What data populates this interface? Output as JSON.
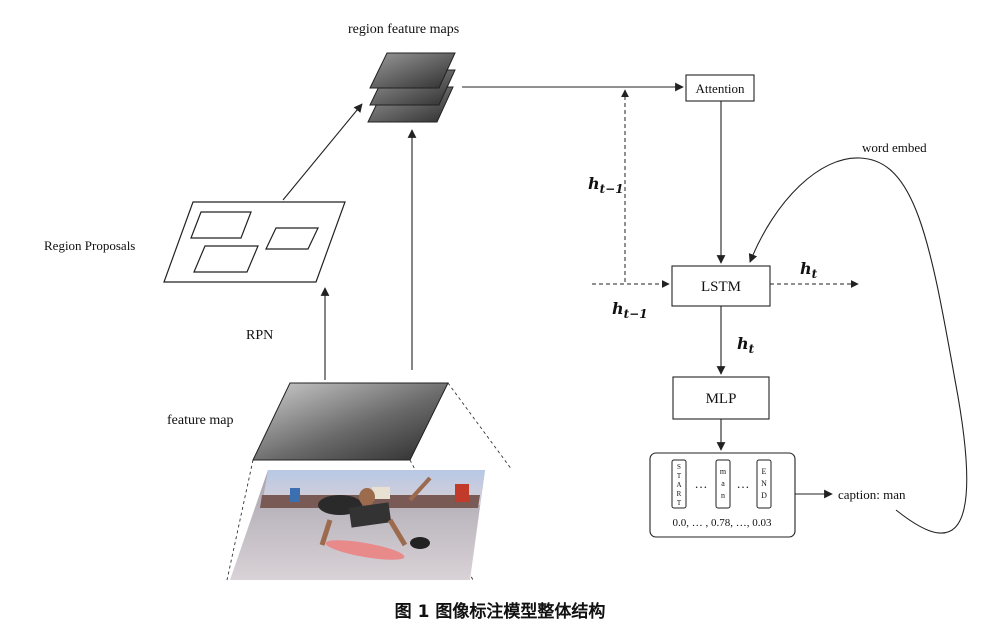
{
  "labels": {
    "region_feature_maps": "region feature maps",
    "region_proposals": "Region Proposals",
    "rpn": "RPN",
    "feature_map": "feature map",
    "attention": "Attention",
    "lstm": "LSTM",
    "mlp": "MLP",
    "word_embed": "word embed",
    "caption": "caption: man"
  },
  "math": {
    "h_base": "h",
    "sub_t": "t",
    "sub_t_minus_1": "t−1"
  },
  "tokens": {
    "start": [
      "S",
      "T",
      "A",
      "R",
      "T"
    ],
    "man": [
      "m",
      "a",
      "n"
    ],
    "end": [
      "E",
      "N",
      "D"
    ],
    "ellipsis": "…",
    "probabilities": "0.0, … , 0.78, …, 0.03"
  },
  "figure_caption": "图 1   图像标注模型整体结构",
  "colors": {
    "line": "#222222",
    "dark_gray": "#3a3a3a",
    "light_gray": "#d0d0d0"
  }
}
